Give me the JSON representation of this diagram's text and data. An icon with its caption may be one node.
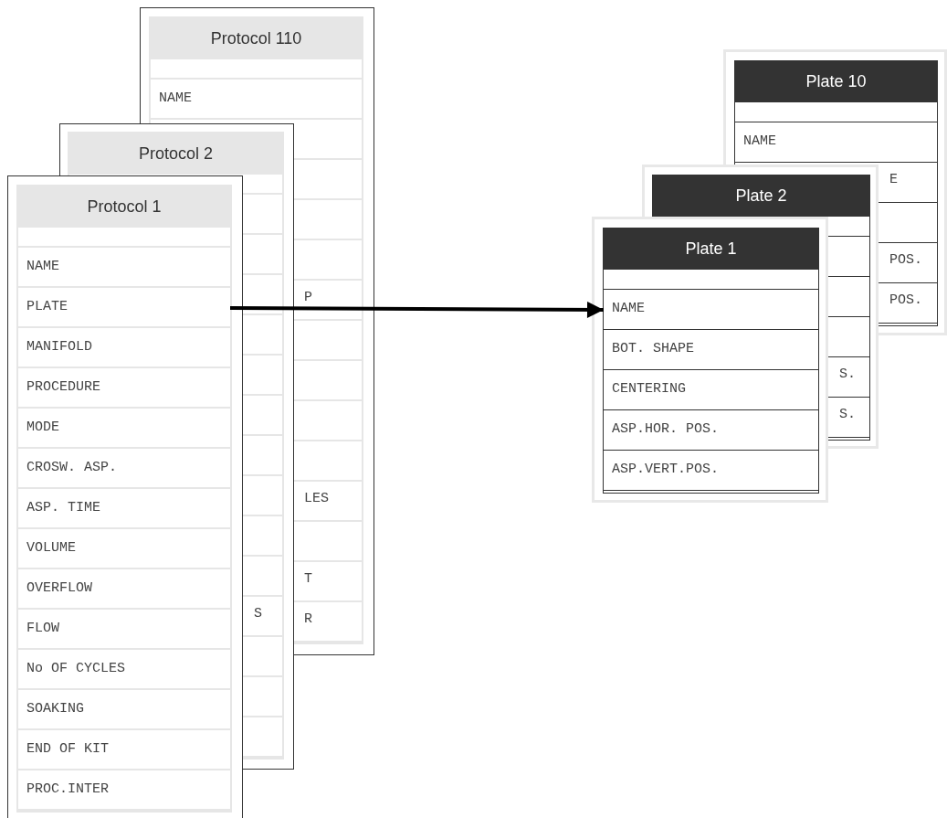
{
  "diagram": {
    "nodes": [
      {
        "text": [
          "Protocol 110",
          "NAME"
        ]
      },
      {
        "text": [
          "Protocol 2"
        ]
      },
      {
        "text": [
          "Protocol 1"
        ]
      },
      {
        "text": [
          "NAME"
        ],
        "in": 2
      },
      {
        "text": [
          "PLATE"
        ],
        "in": 2
      },
      {
        "text": [
          "MANIFOLD"
        ],
        "in": 2
      },
      {
        "text": [
          "PROCEDURE"
        ],
        "in": 2
      },
      {
        "text": [
          "MODE"
        ],
        "in": 2
      },
      {
        "text": [
          "CROSW. ASP."
        ],
        "in": 2
      },
      {
        "text": [
          "ASP. TIME"
        ],
        "in": 2
      },
      {
        "text": [
          "VOLUME"
        ],
        "in": 2
      },
      {
        "text": [
          "OVERFLOW"
        ],
        "in": 2
      },
      {
        "text": [
          "FLOW"
        ],
        "in": 2
      },
      {
        "text": [
          "No OF CYCLES"
        ],
        "in": 2
      },
      {
        "text": [
          "SOAKING"
        ],
        "in": 2
      },
      {
        "text": [
          "END OF KIT"
        ],
        "in": 2
      },
      {
        "text": [
          "PROC.INTER"
        ],
        "in": 2
      },
      {
        "text": [
          "Plate 10",
          "NAME"
        ]
      },
      {
        "text": [
          "Plate 2"
        ]
      },
      {
        "text": [
          "Plate 1"
        ]
      },
      {
        "text": [
          "NAME"
        ],
        "in": 19
      },
      {
        "text": [
          "BOT. SHAPE"
        ],
        "in": 19
      },
      {
        "text": [
          "CENTERING"
        ],
        "in": 19
      },
      {
        "text": [
          "ASP.HOR. POS."
        ],
        "in": 19
      },
      {
        "text": [
          "ASP.VERT.POS."
        ],
        "in": 19
      }
    ],
    "edges": [
      {
        "from": 4,
        "to": 20,
        "arrow": "to"
      }
    ],
    "labels": [
      "P",
      "LES",
      "S",
      "T",
      "R",
      "E",
      "POS.",
      "POS.",
      "S.",
      "S."
    ]
  }
}
